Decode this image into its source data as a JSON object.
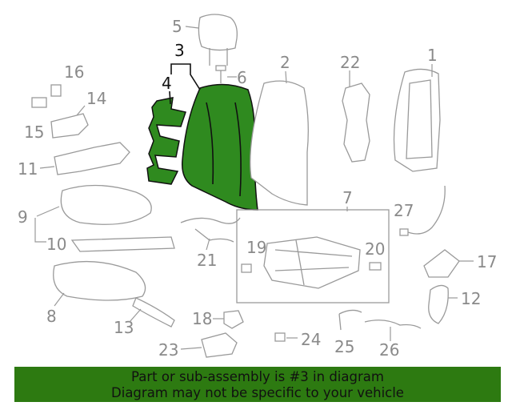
{
  "diagram": {
    "highlighted_part": "3",
    "callouts": {
      "c1": "1",
      "c2": "2",
      "c3": "3",
      "c4": "4",
      "c5": "5",
      "c6": "6",
      "c7": "7",
      "c8": "8",
      "c9": "9",
      "c10": "10",
      "c11": "11",
      "c12": "12",
      "c13": "13",
      "c14": "14",
      "c15": "15",
      "c16": "16",
      "c17": "17",
      "c18": "18",
      "c19": "19",
      "c20": "20",
      "c21": "21",
      "c22": "22",
      "c23": "23",
      "c24": "24",
      "c25": "25",
      "c26": "26",
      "c27": "27"
    }
  },
  "banner": {
    "line1": "Part or sub-assembly is #3 in diagram",
    "line2": "Diagram may not be specific to your vehicle",
    "color": "#2d7a11"
  },
  "colors": {
    "highlight": "#2f8a1f",
    "linework": "#9a9a9a",
    "label": "#8a8a8a"
  }
}
